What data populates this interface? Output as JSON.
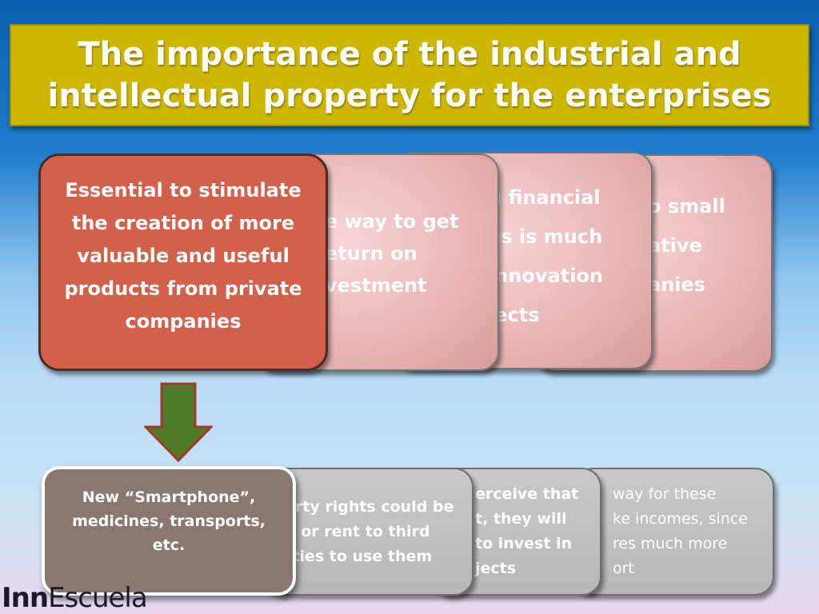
{
  "title": {
    "line1": "The importance of the industrial and",
    "line2": "intellectual property for the enterprises"
  },
  "top_cards": [
    {
      "text": "Essential to stimulate the creation of more valuable and useful products  from private companies"
    },
    {
      "text": "e way to get\neturn on\nvestment"
    },
    {
      "text": "g financial\nes is much\ninnovation\njects"
    },
    {
      "text": "o small\native\nanies"
    }
  ],
  "arrow": {
    "color": "#4f7a28",
    "icon": "arrow-down-icon"
  },
  "bottom_cards": [
    {
      "text": "New “Smartphone”, medicines, transports, etc."
    },
    {
      "text": "erty rights could be\nd or rent to third\nrties to use them"
    },
    {
      "text": "erceive that\nt, they will\nto invest in\njects"
    },
    {
      "text": "way for these\nke incomes, since\nres  much more\nort"
    }
  ],
  "logo": {
    "bold": "Inn",
    "rest": "Escuela"
  }
}
